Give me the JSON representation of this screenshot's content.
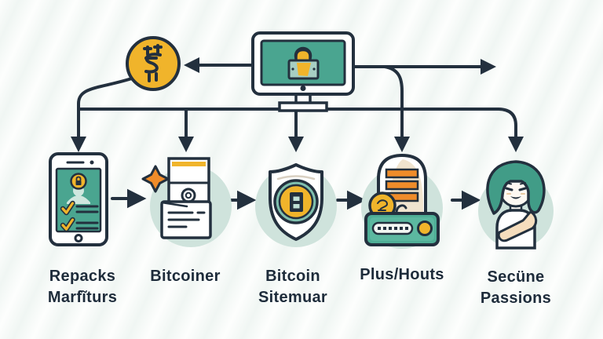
{
  "illustration": {
    "hub_icon": "desktop-monitor-lock-icon",
    "coin_icon": "bitcoin-coin-icon",
    "step_icons": [
      "mobile-security-app-icon",
      "verified-document-icon",
      "security-shield-icon",
      "hardware-wallet-icon",
      "user-person-icon"
    ]
  },
  "labels": [
    {
      "line1": "Repacks",
      "line2": "Marfĩturs"
    },
    {
      "line1": "Bitcoiner",
      "line2": ""
    },
    {
      "line1": "Bitcoin",
      "line2": "Sitemuar"
    },
    {
      "line1": "Plus/Houts",
      "line2": ""
    },
    {
      "line1": "Secüne",
      "line2": "Passions"
    }
  ],
  "colors": {
    "outline": "#23303e",
    "teal": "#4aa590",
    "teal_light": "#cfe3dc",
    "yellow": "#f0b42b",
    "orange": "#f08c2a",
    "cream": "#f3e7d3",
    "skin": "#f5ddbd",
    "label_text": "#1d2b3a",
    "background_stripe": "#f0f6f3"
  }
}
